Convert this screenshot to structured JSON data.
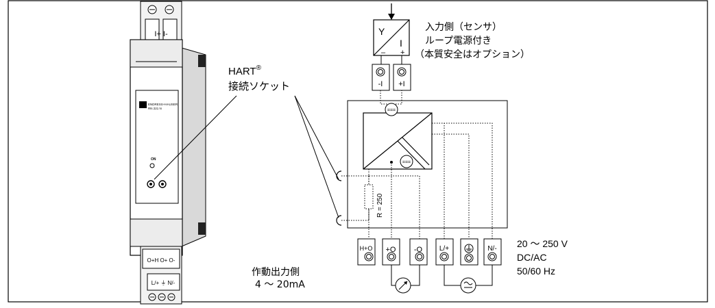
{
  "device": {
    "top_terminals": "I+  I-",
    "brand": "ENDRESS+HAUSER",
    "model": "RN 221 N",
    "on_label": "ON",
    "bottom_terminals_row1": "O+H O+ O-",
    "bottom_terminals_row2": "L/+ ⏚ N/-"
  },
  "labels": {
    "hart_line1": "HART",
    "hart_reg": "®",
    "hart_line2": "接続ソケット",
    "input_line1": "入力側（センサ）",
    "input_line2": "ループ電源付き",
    "input_line3": "（本質安全はオプション）",
    "output_line1": "作動出力側",
    "output_line2": "4 ～ 20mA",
    "power_line1": "20 ～ 250 V",
    "power_line2": "DC/AC",
    "power_line3": "50/60 Hz"
  },
  "converter": {
    "y": "Y",
    "i": "I",
    "minus": "–",
    "plus": "+"
  },
  "terminals": {
    "in_minus": "-I",
    "in_plus": "+I",
    "out_h": "H+O",
    "out_plus": "+O",
    "out_minus": "-O",
    "pw_l": "L/+",
    "pw_n": "N/-"
  },
  "resistor": "R = 250",
  "dc_symbol": "==="
}
